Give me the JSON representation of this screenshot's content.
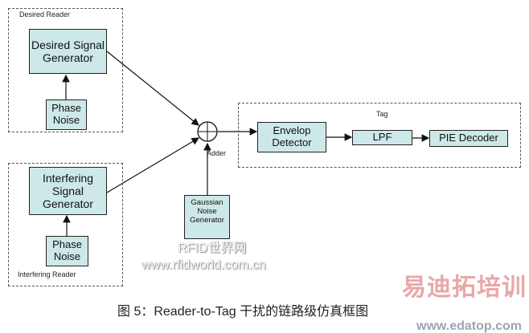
{
  "desired_reader": {
    "label": "Desired Reader",
    "generator": "Desired Signal Generator",
    "noise": "Phase Noise"
  },
  "interfering_reader": {
    "label": "Interfering Reader",
    "generator": "Interfering Signal Generator",
    "noise": "Phase Noise"
  },
  "adder": {
    "label": "Adder"
  },
  "gaussian": {
    "label": "Gaussian Noise Generator"
  },
  "tag": {
    "label": "Tag",
    "envelop": "Envelop Detector",
    "lpf": "LPF",
    "pie": "PIE Decoder"
  },
  "watermarks": {
    "rfid_cn": "RFID世界网",
    "rfid_url": "www.rfidworld.com.cn",
    "edatop_cn": "易迪拓培训",
    "edatop_url": "www.edatop.com"
  },
  "caption": "图 5：Reader-to-Tag 干扰的链路级仿真框图"
}
